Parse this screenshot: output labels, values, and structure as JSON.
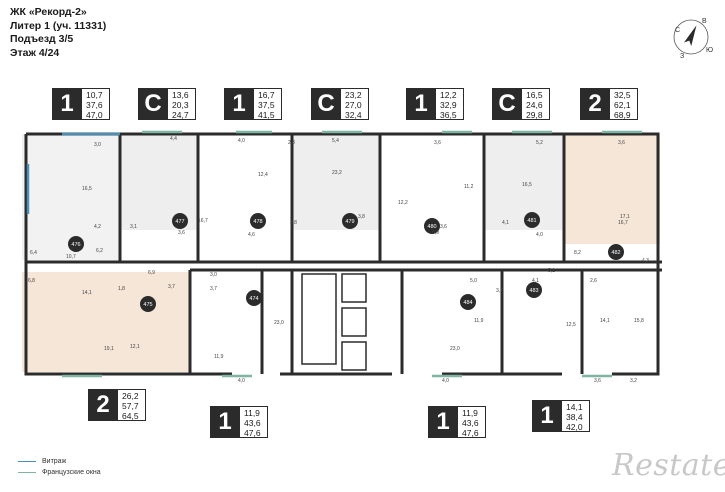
{
  "header": {
    "complex": "ЖК «Рекорд-2»",
    "liter": "Литер 1 (уч. 11331)",
    "entrance": "Подъезд 3/5",
    "floor": "Этаж 4/24"
  },
  "compass": {
    "n": "С",
    "e": "В",
    "s": "Ю",
    "w": "З"
  },
  "apartments_top": [
    {
      "type": "1",
      "areas": [
        "10,7",
        "37,6",
        "47,0"
      ]
    },
    {
      "type": "С",
      "areas": [
        "13,6",
        "20,3",
        "24,7"
      ]
    },
    {
      "type": "1",
      "areas": [
        "16,7",
        "37,5",
        "41,5"
      ]
    },
    {
      "type": "С",
      "areas": [
        "23,2",
        "27,0",
        "32,4"
      ]
    },
    {
      "type": "1",
      "areas": [
        "12,2",
        "32,9",
        "36,5"
      ]
    },
    {
      "type": "С",
      "areas": [
        "16,5",
        "24,6",
        "29,8"
      ]
    },
    {
      "type": "2",
      "areas": [
        "32,5",
        "62,1",
        "68,9"
      ]
    }
  ],
  "apartments_bottom": [
    {
      "type": "2",
      "areas": [
        "26,2",
        "57,7",
        "64,5"
      ]
    },
    {
      "type": "1",
      "areas": [
        "11,9",
        "43,6",
        "47,6"
      ]
    },
    {
      "type": "1",
      "areas": [
        "11,9",
        "43,6",
        "47,6"
      ]
    },
    {
      "type": "1",
      "areas": [
        "14,1",
        "38,4",
        "42,0"
      ]
    }
  ],
  "unit_numbers": [
    "476",
    "477",
    "478",
    "479",
    "480",
    "481",
    "482",
    "475",
    "474",
    "484",
    "483"
  ],
  "room_labels": [
    "16,5",
    "10,7",
    "4,2",
    "6,2",
    "6,4",
    "3,0",
    "4,4",
    "3,1",
    "3,6",
    "16,7",
    "12,4",
    "4,0",
    "2,8",
    "4,6",
    "3,8",
    "5,4",
    "23,2",
    "3,8",
    "12,2",
    "3,6",
    "11,2",
    "3,6",
    "5,9",
    "16,5",
    "5,2",
    "4,1",
    "4,0",
    "16,7",
    "17,1",
    "3,6",
    "8,2",
    "4,3",
    "14,1",
    "1,8",
    "6,9",
    "3,7",
    "19,1",
    "12,1",
    "3,0",
    "3,7",
    "11,9",
    "23,0",
    "4,0",
    "23,0",
    "5,0",
    "3,7",
    "11,9",
    "4,0",
    "5,1",
    "4,1",
    "2,6",
    "12,5",
    "14,1",
    "15,8",
    "3,6",
    "3,2",
    "6,8"
  ],
  "legend": {
    "vitrazh": "Витраж",
    "french": "Французские окна"
  },
  "legend_colors": {
    "vitrazh": "#4a8fb8",
    "french": "#7fb3a3"
  },
  "colors": {
    "wall": "#2b2b2b",
    "studio_fill": "#eeeeee",
    "two_room_fill": "#f5e6d8",
    "one_room_fill": "#ffffff"
  },
  "watermark": "Restate"
}
